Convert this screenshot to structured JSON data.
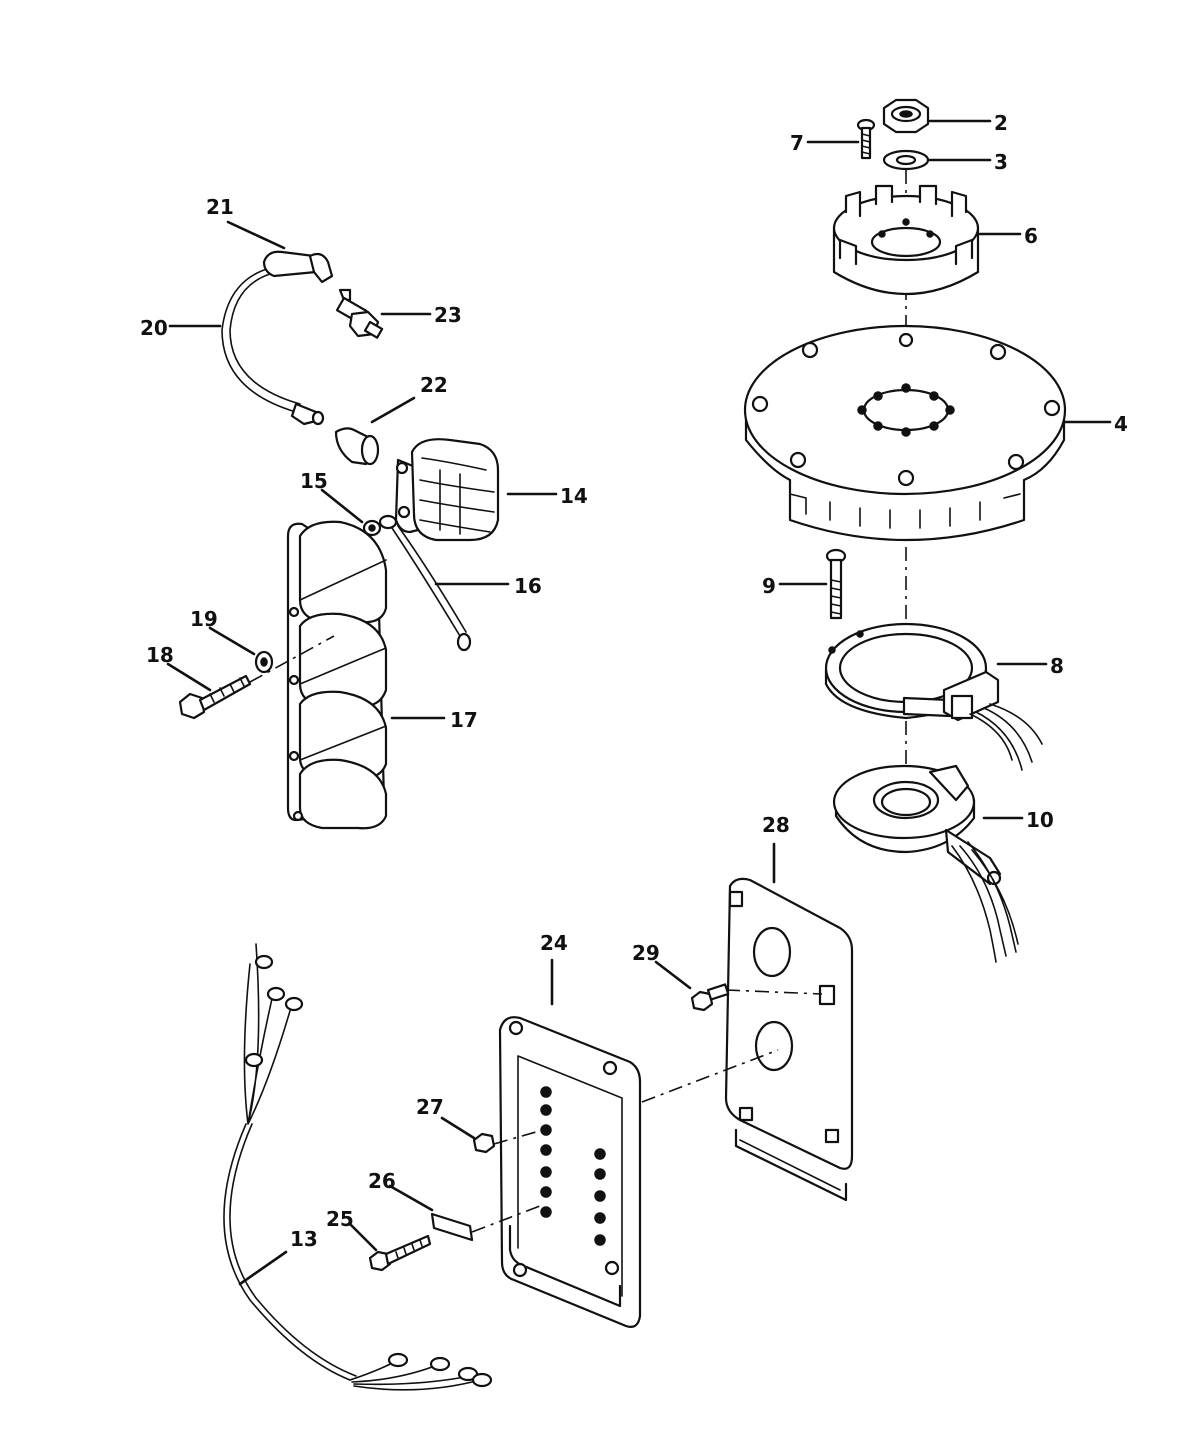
{
  "diagram": {
    "callouts": [
      {
        "id": "c2",
        "label": "2"
      },
      {
        "id": "c3",
        "label": "3"
      },
      {
        "id": "c4",
        "label": "4"
      },
      {
        "id": "c6",
        "label": "6"
      },
      {
        "id": "c7",
        "label": "7"
      },
      {
        "id": "c8",
        "label": "8"
      },
      {
        "id": "c9",
        "label": "9"
      },
      {
        "id": "c10",
        "label": "10"
      },
      {
        "id": "c13",
        "label": "13"
      },
      {
        "id": "c14",
        "label": "14"
      },
      {
        "id": "c15",
        "label": "15"
      },
      {
        "id": "c16",
        "label": "16"
      },
      {
        "id": "c17",
        "label": "17"
      },
      {
        "id": "c18",
        "label": "18"
      },
      {
        "id": "c19",
        "label": "19"
      },
      {
        "id": "c20",
        "label": "20"
      },
      {
        "id": "c21",
        "label": "21"
      },
      {
        "id": "c22",
        "label": "22"
      },
      {
        "id": "c23",
        "label": "23"
      },
      {
        "id": "c24",
        "label": "24"
      },
      {
        "id": "c25",
        "label": "25"
      },
      {
        "id": "c26",
        "label": "26"
      },
      {
        "id": "c27",
        "label": "27"
      },
      {
        "id": "c28",
        "label": "28"
      },
      {
        "id": "c29",
        "label": "29"
      }
    ]
  }
}
